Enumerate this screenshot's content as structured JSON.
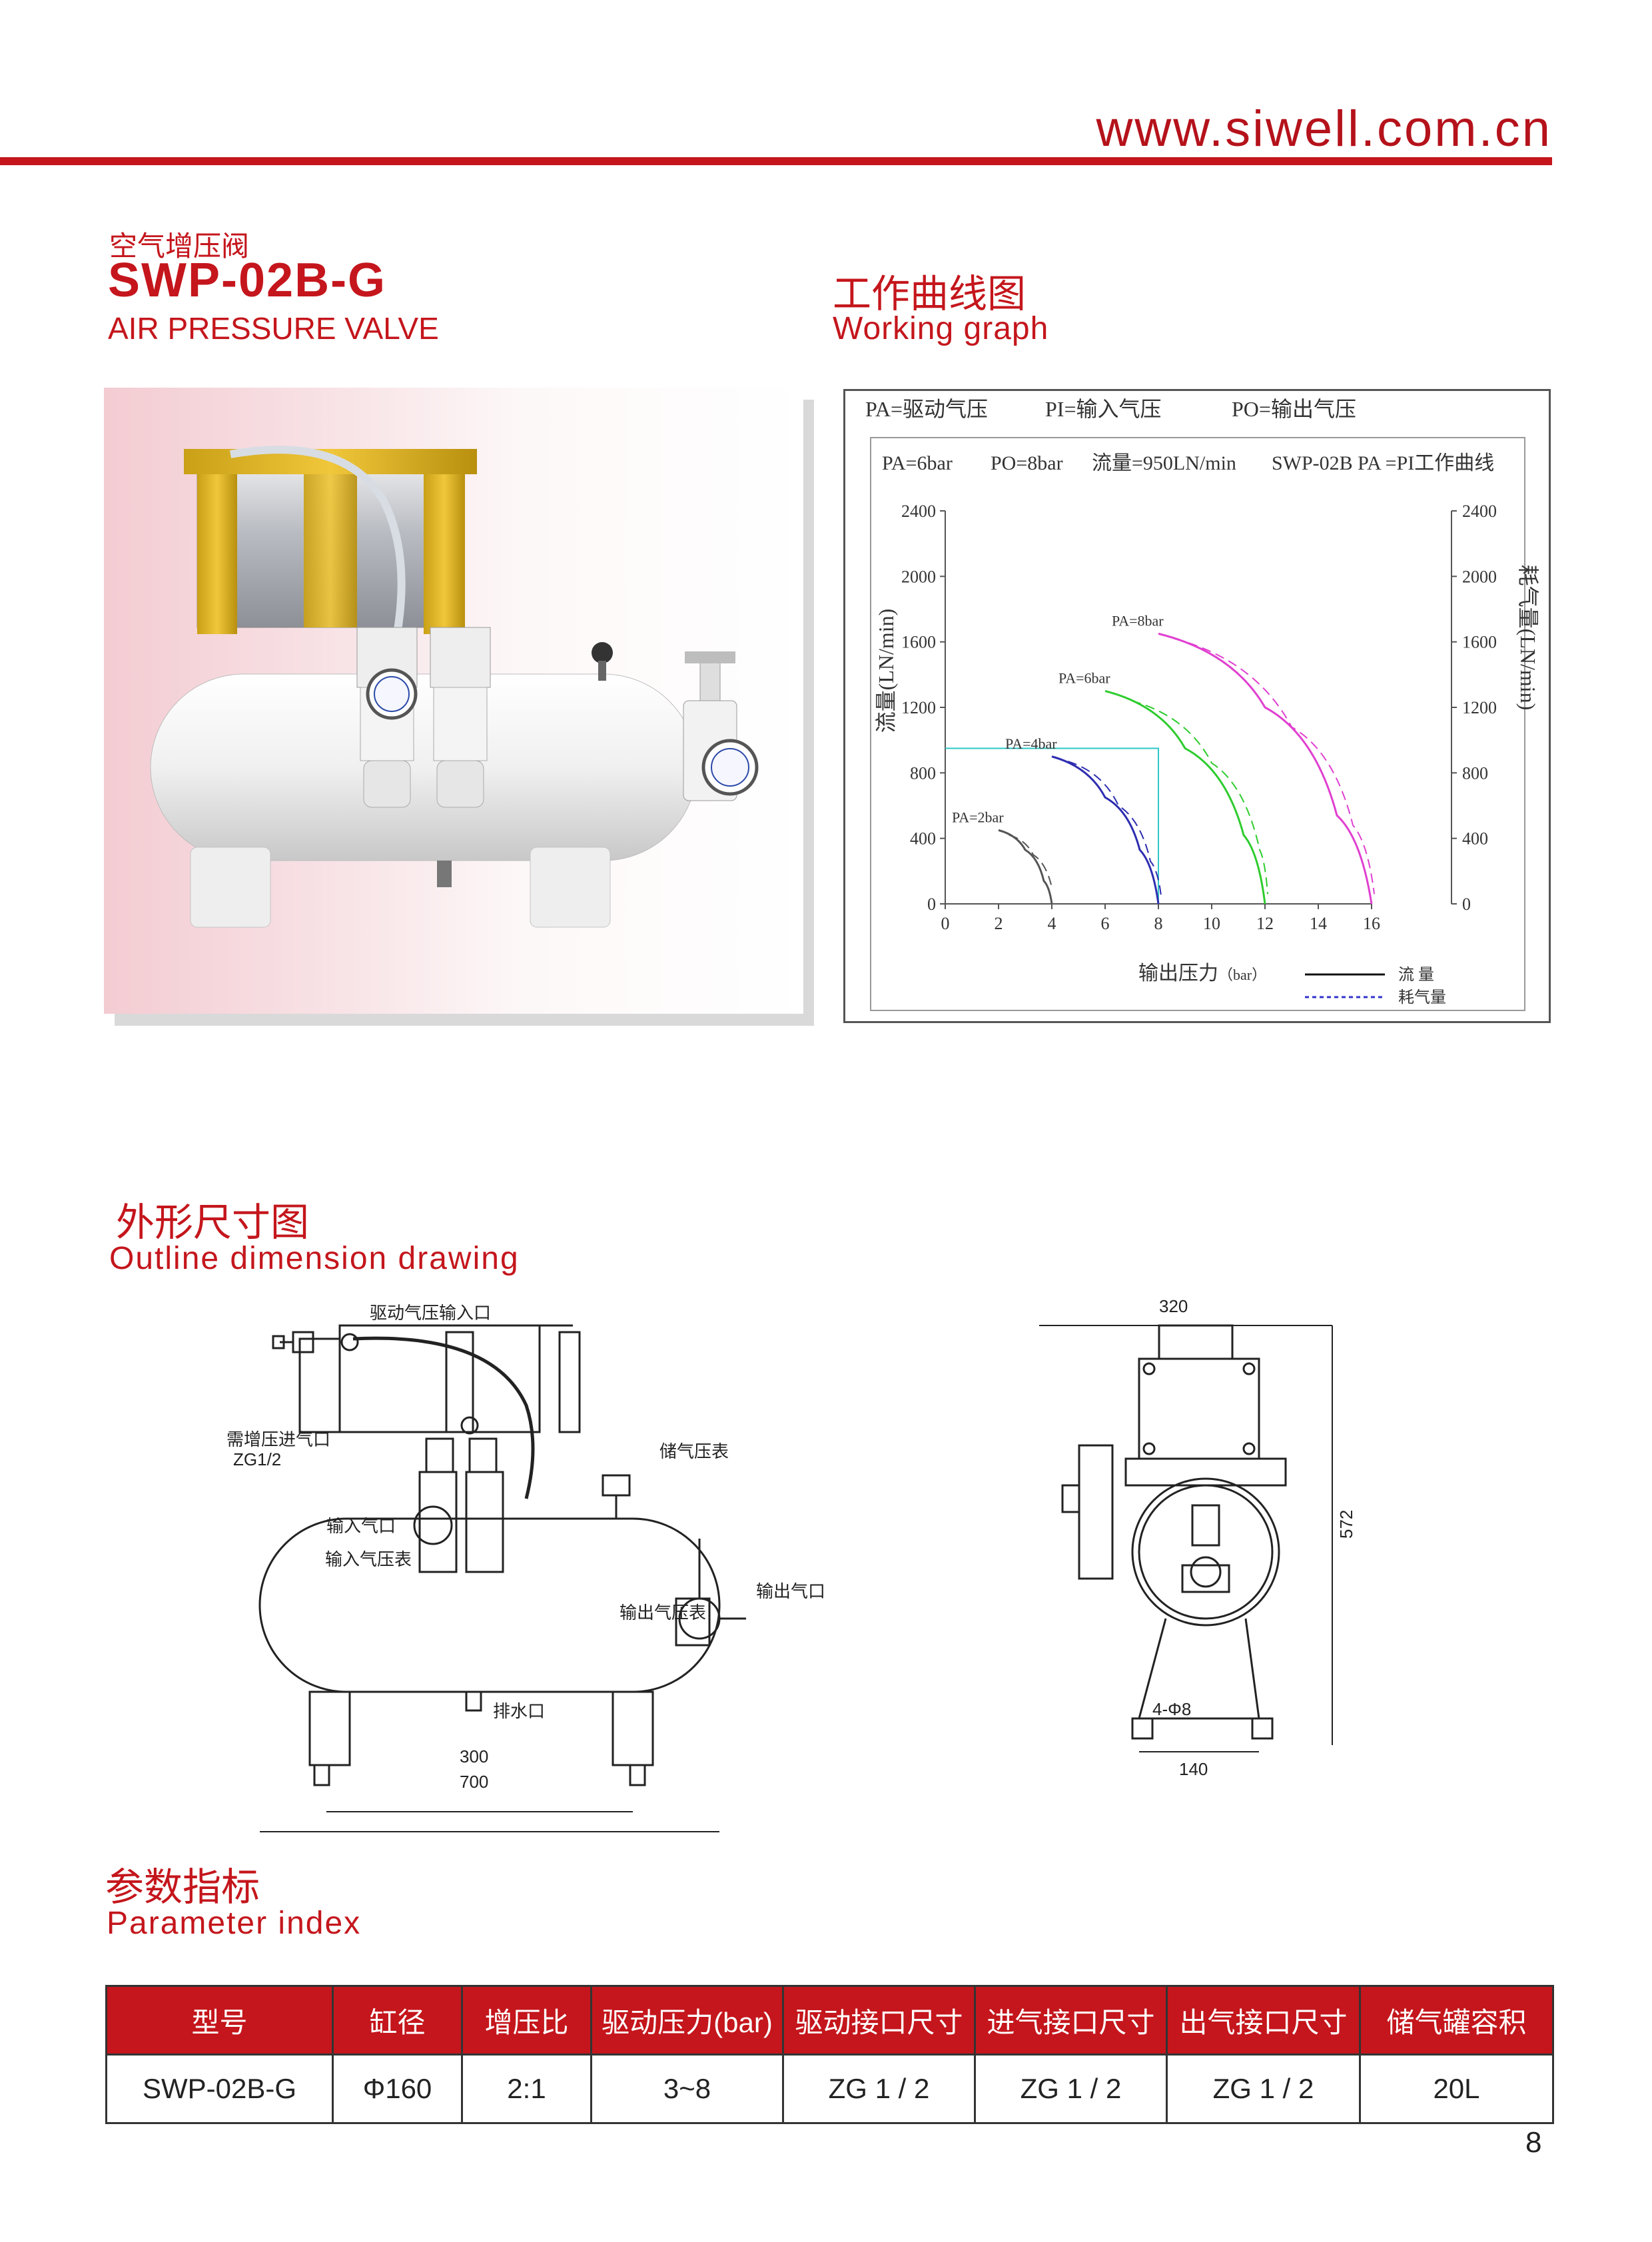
{
  "header": {
    "site_url": "www.siwell.com.cn",
    "accent_color": "#c4161c"
  },
  "product": {
    "name_cn": "空气增压阀",
    "model": "SWP-02B-G",
    "name_en": "AIR PRESSURE VALVE"
  },
  "working_graph": {
    "title_cn": "工作曲线图",
    "title_en": "Working graph"
  },
  "chart_data": {
    "type": "line",
    "legend_top": [
      "PA=驱动气压",
      "PI=输入气压",
      "PO=输出气压"
    ],
    "info_line": [
      "PA=6bar",
      "PO=8bar",
      "流量=950LN/min",
      "SWP-02B PA =PI工作曲线"
    ],
    "xlabel": "输出压力",
    "xlabel_unit": "（bar）",
    "ylabel_left": "流量(LN/min)",
    "ylabel_right": "耗气量(LN/min)",
    "xlim": [
      0,
      16
    ],
    "ylim": [
      0,
      2400
    ],
    "x_ticks": [
      0,
      2,
      4,
      6,
      8,
      10,
      12,
      14,
      16
    ],
    "y_ticks": [
      0,
      400,
      800,
      1200,
      1600,
      2000,
      2400
    ],
    "legend_entries": [
      {
        "name": "流 量",
        "style": "solid"
      },
      {
        "name": "耗气量",
        "style": "dashed"
      }
    ],
    "operating_point": {
      "x": 8,
      "y": 950
    },
    "series": [
      {
        "label": "PA=2bar",
        "color": "#555555",
        "flow": [
          [
            2,
            450
          ],
          [
            3,
            330
          ],
          [
            3.7,
            140
          ],
          [
            4,
            0
          ]
        ],
        "air": [
          [
            2.4,
            420
          ],
          [
            3.3,
            300
          ],
          [
            4.0,
            100
          ]
        ]
      },
      {
        "label": "PA=4bar",
        "color": "#2d2db0",
        "flow": [
          [
            4,
            900
          ],
          [
            6,
            650
          ],
          [
            7.3,
            330
          ],
          [
            8,
            0
          ]
        ],
        "air": [
          [
            4.6,
            870
          ],
          [
            6.5,
            600
          ],
          [
            7.7,
            260
          ],
          [
            8.1,
            50
          ]
        ]
      },
      {
        "label": "PA=6bar",
        "color": "#2ecc2e",
        "flow": [
          [
            6,
            1300
          ],
          [
            9,
            950
          ],
          [
            11.2,
            420
          ],
          [
            12,
            0
          ]
        ],
        "air": [
          [
            7,
            1240
          ],
          [
            10,
            860
          ],
          [
            11.8,
            330
          ],
          [
            12.1,
            60
          ]
        ]
      },
      {
        "label": "PA=8bar",
        "color": "#e040d0",
        "flow": [
          [
            8,
            1650
          ],
          [
            12,
            1200
          ],
          [
            14.7,
            540
          ],
          [
            16,
            0
          ]
        ],
        "air": [
          [
            8.6,
            1620
          ],
          [
            13,
            1080
          ],
          [
            15.3,
            480
          ],
          [
            16.1,
            60
          ]
        ]
      }
    ]
  },
  "outline_drawing": {
    "title_cn": "外形尺寸图",
    "title_en": "Outline dimension drawing",
    "side_labels": {
      "drive_inlet": "驱动气压输入口",
      "boost_inlet": "需增压进气口",
      "boost_inlet_size": "ZG1/2",
      "tank_gauge": "储气压表",
      "input_port": "输入气口",
      "input_gauge": "输入气压表",
      "output_gauge": "输出气压表",
      "output_port": "输出气口",
      "drain": "排水口",
      "dim_inner": "300",
      "dim_total": "700"
    },
    "front_labels": {
      "dim_width": "320",
      "dim_height": "572",
      "holes": "4-Φ8",
      "dim_base": "140"
    }
  },
  "parameters": {
    "title_cn": "参数指标",
    "title_en": "Parameter index",
    "headers": [
      "型号",
      "缸径",
      "增压比",
      "驱动压力(bar)",
      "驱动接口尺寸",
      "进气接口尺寸",
      "出气接口尺寸",
      "储气罐容积"
    ],
    "rows": [
      [
        "SWP-02B-G",
        "Φ160",
        "2:1",
        "3~8",
        "ZG 1 / 2",
        "ZG 1 / 2",
        "ZG 1 / 2",
        "20L"
      ]
    ]
  },
  "page": {
    "number": "8"
  }
}
